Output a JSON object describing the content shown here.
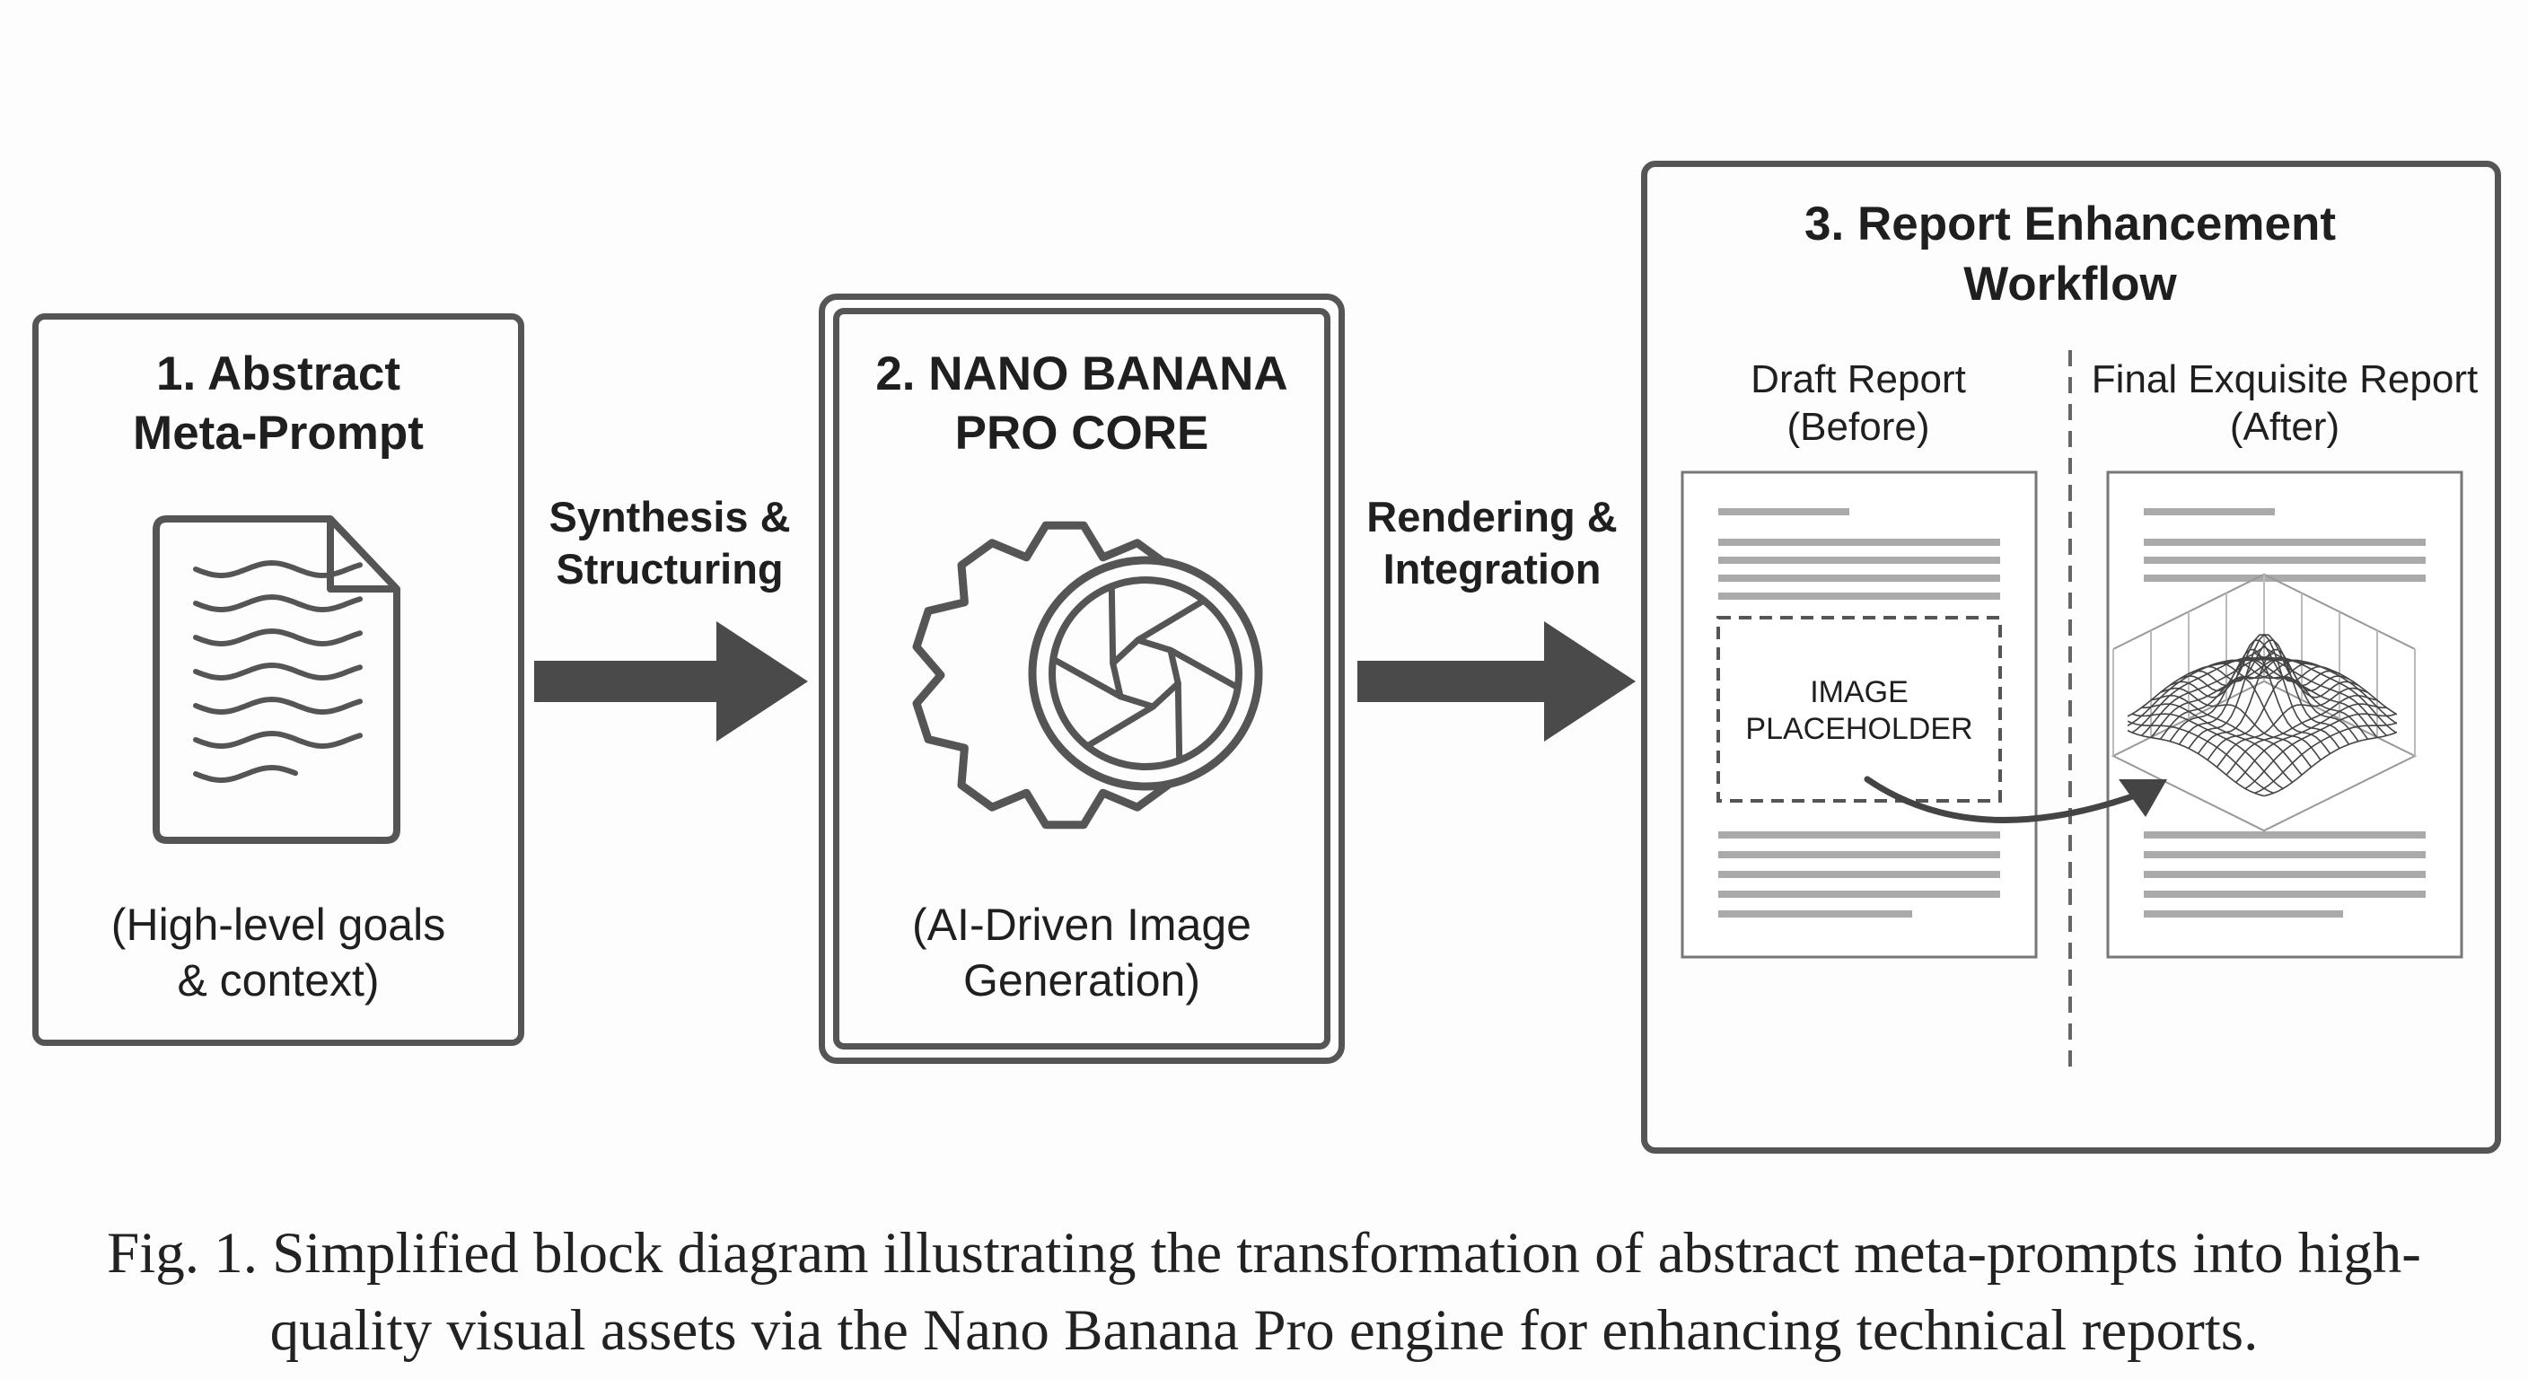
{
  "stage1": {
    "title_line1": "1. Abstract",
    "title_line2": "Meta-Prompt",
    "subtitle_line1": "(High-level goals",
    "subtitle_line2": "& context)",
    "icon": "document-icon"
  },
  "arrow1": {
    "label_line1": "Synthesis &",
    "label_line2": "Structuring"
  },
  "stage2": {
    "title_line1": "2. NANO BANANA",
    "title_line2": "PRO CORE",
    "subtitle_line1": "(AI-Driven Image",
    "subtitle_line2": "Generation)",
    "icon": "gear-aperture-icon"
  },
  "arrow2": {
    "label_line1": "Rendering &",
    "label_line2": "Integration"
  },
  "stage3": {
    "title_line1": "3. Report Enhancement",
    "title_line2": "Workflow",
    "draft": {
      "label_line1": "Draft Report",
      "label_line2": "(Before)",
      "placeholder_line1": "IMAGE",
      "placeholder_line2": "PLACEHOLDER"
    },
    "final": {
      "label_line1": "Final Exquisite Report",
      "label_line2": "(After)",
      "icon": "surface-plot-icon"
    }
  },
  "caption": {
    "line1": "Fig. 1.  Simplified block diagram illustrating the transformation of abstract meta-prompts into high-",
    "line2": "quality visual assets via the Nano Banana Pro engine for enhancing technical reports."
  },
  "colors": {
    "stroke": "#555555",
    "arrow": "#4a4a4a",
    "text_line": "#a8a8a8",
    "text": "#1f1f1f"
  }
}
